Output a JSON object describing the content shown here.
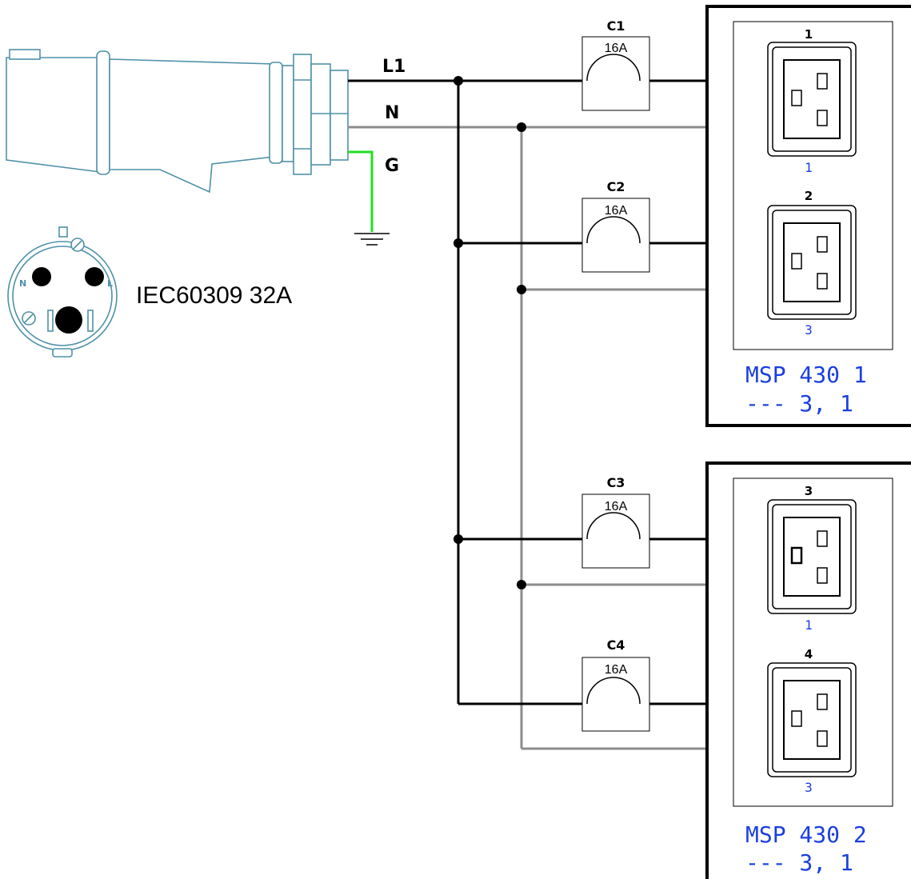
{
  "plug": {
    "line_label": "L1",
    "neutral_label": "N",
    "ground_label": "G",
    "face_neutral_mark": "N",
    "face_line_mark": "L",
    "standard_label": "IEC60309 32A"
  },
  "breakers": [
    {
      "name": "C1",
      "rating": "16A"
    },
    {
      "name": "C2",
      "rating": "16A"
    },
    {
      "name": "C3",
      "rating": "16A"
    },
    {
      "name": "C4",
      "rating": "16A"
    }
  ],
  "panels": [
    {
      "outlets": [
        {
          "number": "1",
          "sub": "1"
        },
        {
          "number": "2",
          "sub": "3"
        }
      ],
      "title": "MSP 430 1",
      "subtitle": "--- 3, 1"
    },
    {
      "outlets": [
        {
          "number": "3",
          "sub": "1"
        },
        {
          "number": "4",
          "sub": "3"
        }
      ],
      "title": "MSP 430 2",
      "subtitle": "--- 3, 1"
    }
  ],
  "colors": {
    "line": "#000000",
    "neutral": "#8c8c8c",
    "ground": "#22dd22",
    "plug": "#4f91a8",
    "panel_text": "#1a3fe0"
  }
}
